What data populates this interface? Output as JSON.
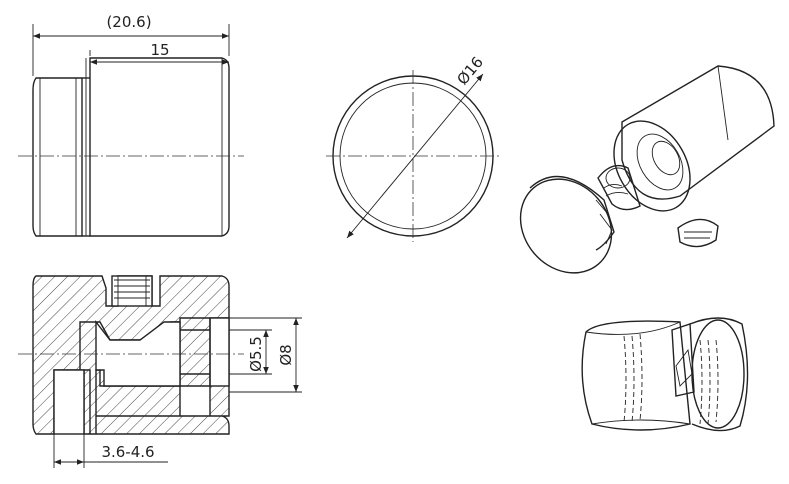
{
  "dimensions": {
    "overall_length": "(20.6)",
    "body_length": "15",
    "outer_diameter": "Ø16",
    "bore_small": "Ø5.5",
    "bore_large": "Ø8",
    "clamp_range": "3.6-4.6"
  }
}
